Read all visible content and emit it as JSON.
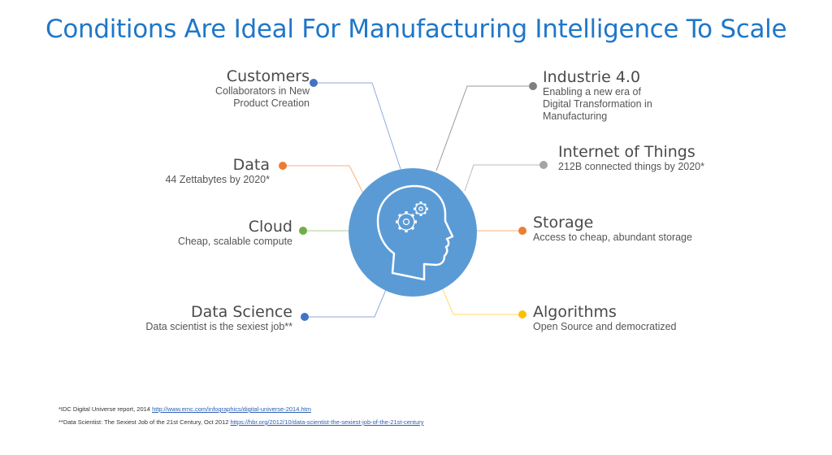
{
  "title": "Conditions Are Ideal For Manufacturing Intelligence To Scale",
  "center": {
    "icon": "head-with-gears-icon",
    "color": "#5b9bd5"
  },
  "nodes": {
    "customers": {
      "title": "Customers",
      "subtitle_1": "Collaborators in New",
      "subtitle_2": "Product Creation",
      "color": "#4472c4"
    },
    "data": {
      "title": "Data",
      "subtitle": "44 Zettabytes by 2020*",
      "color": "#ed7d31"
    },
    "cloud": {
      "title": "Cloud",
      "subtitle": "Cheap, scalable compute",
      "color": "#70ad47"
    },
    "data_science": {
      "title": "Data Science",
      "subtitle": "Data scientist is the sexiest job**",
      "color": "#4472c4"
    },
    "industrie": {
      "title": "Industrie 4.0",
      "subtitle_1": "Enabling a new era of",
      "subtitle_2": "Digital Transformation in",
      "subtitle_3": "Manufacturing",
      "color": "#7f7f7f"
    },
    "iot": {
      "title": "Internet of Things",
      "subtitle": "212B connected things by 2020*",
      "color": "#a5a5a5"
    },
    "storage": {
      "title": "Storage",
      "subtitle": "Access to cheap, abundant storage",
      "color": "#ed7d31"
    },
    "algorithms": {
      "title": "Algorithms",
      "subtitle": "Open Source and democratized",
      "color": "#ffc000"
    }
  },
  "footnotes": {
    "f1_text": "*IDC Digital Universe report, 2014 ",
    "f1_link": "http://www.emc.com/infographics/digital-universe-2014.htm",
    "f2_text": "**Data Scientist: The Sexiest Job of the 21st Century, Oct 2012 ",
    "f2_link": "https://hbr.org/2012/10/data-scientist-the-sexiest-job-of-the-21st-century"
  }
}
